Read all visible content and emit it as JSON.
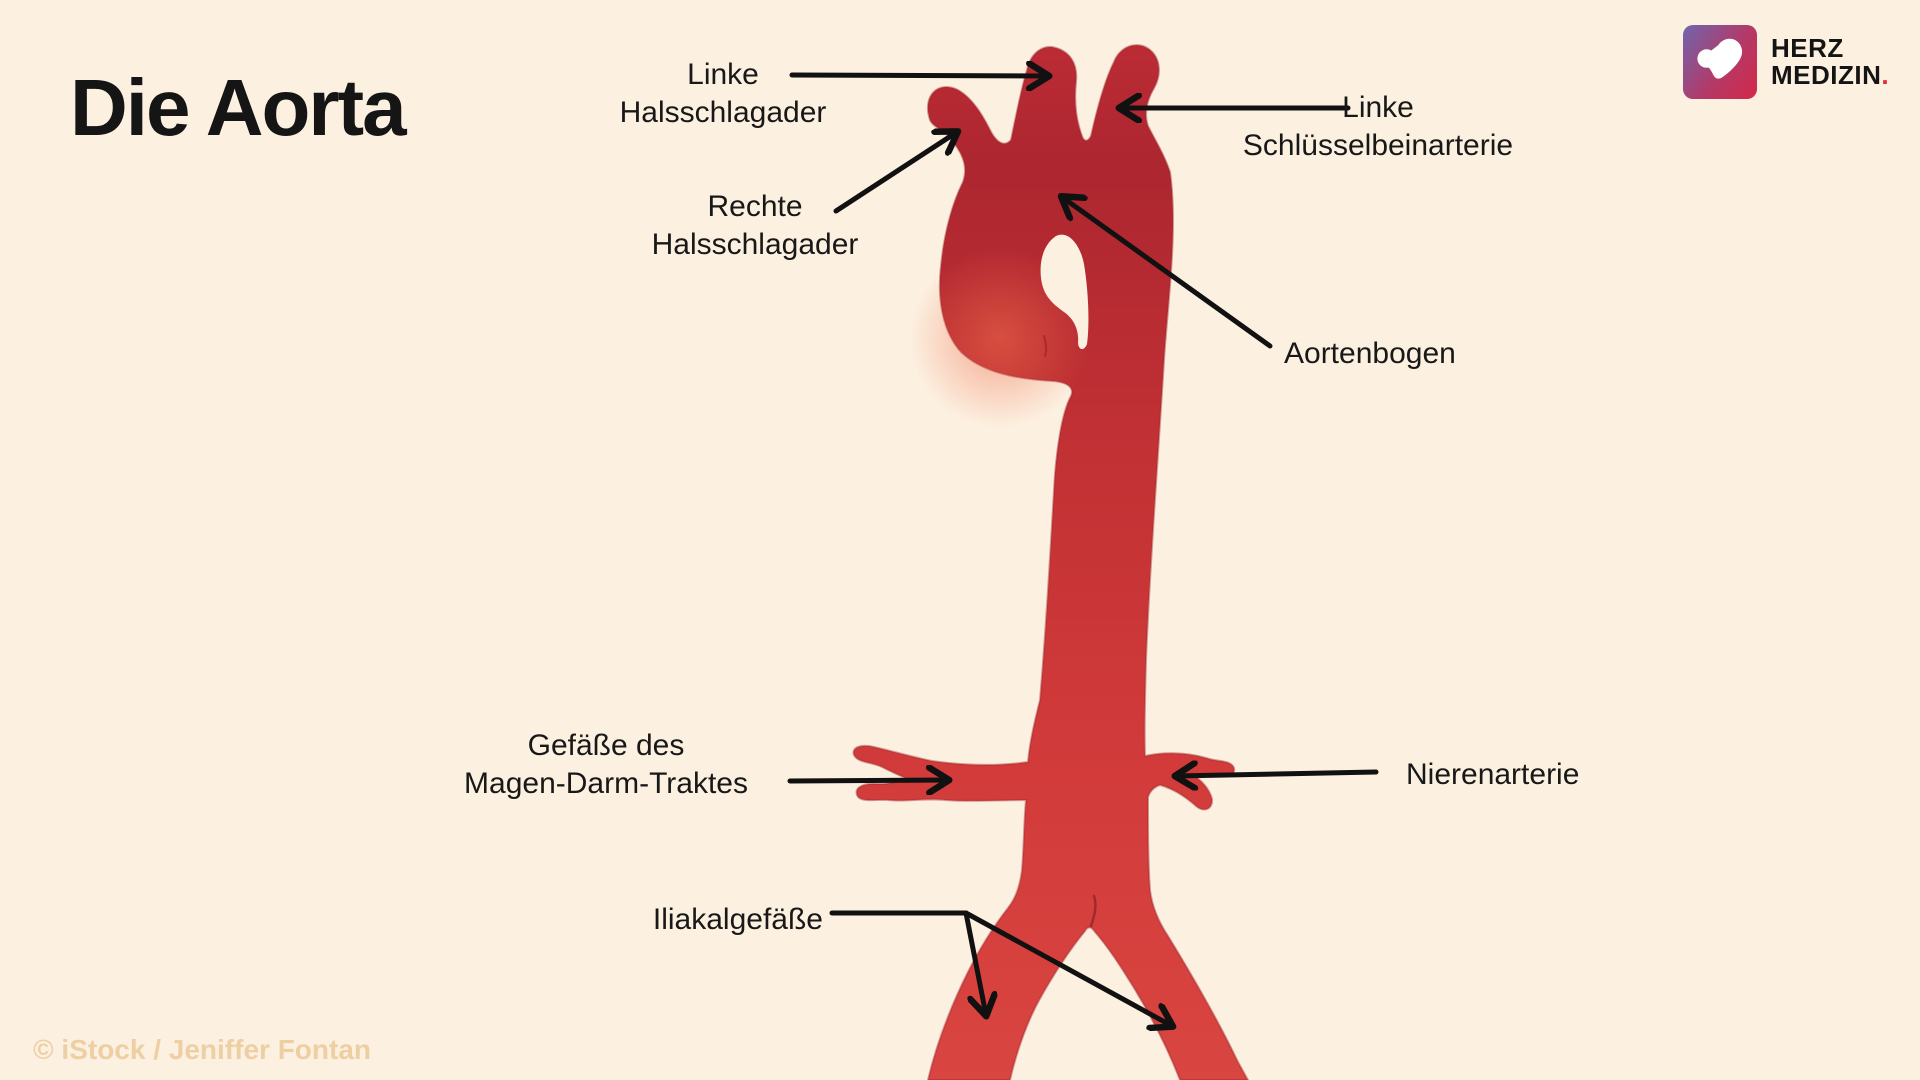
{
  "title": "Die Aorta",
  "credit": "© iStock / Jeniffer Fontan",
  "logo": {
    "line1": "HERZ",
    "line2": "MEDIZIN",
    "dot": ".",
    "icon": "heart-icon"
  },
  "labels": {
    "linke_halsschlagader": "Linke\nHalsschlagader",
    "linke_schluesselbeinarterie": "Linke\nSchlüsselbeinarterie",
    "rechte_halsschlagader": "Rechte\nHalsschlagader",
    "aortenbogen": "Aortenbogen",
    "gefaesse_magen_darm": "Gefäße des\nMagen-Darm-Traktes",
    "nierenarterie": "Nierenarterie",
    "iliakalgefaesse": "Iliakalgefäße"
  },
  "colors": {
    "background": "#fcf0e0",
    "text": "#181818",
    "credit_text": "#eecfa3",
    "arrow": "#111111",
    "aorta_dark_red": "#ab2630",
    "aorta_mid_red": "#c23134",
    "aorta_bright_red": "#d94540",
    "aorta_highlight": "#ef6a4a",
    "logo_gradient_start": "#6f65ad",
    "logo_gradient_end": "#d42848",
    "logo_dot_red": "#e8273d"
  }
}
